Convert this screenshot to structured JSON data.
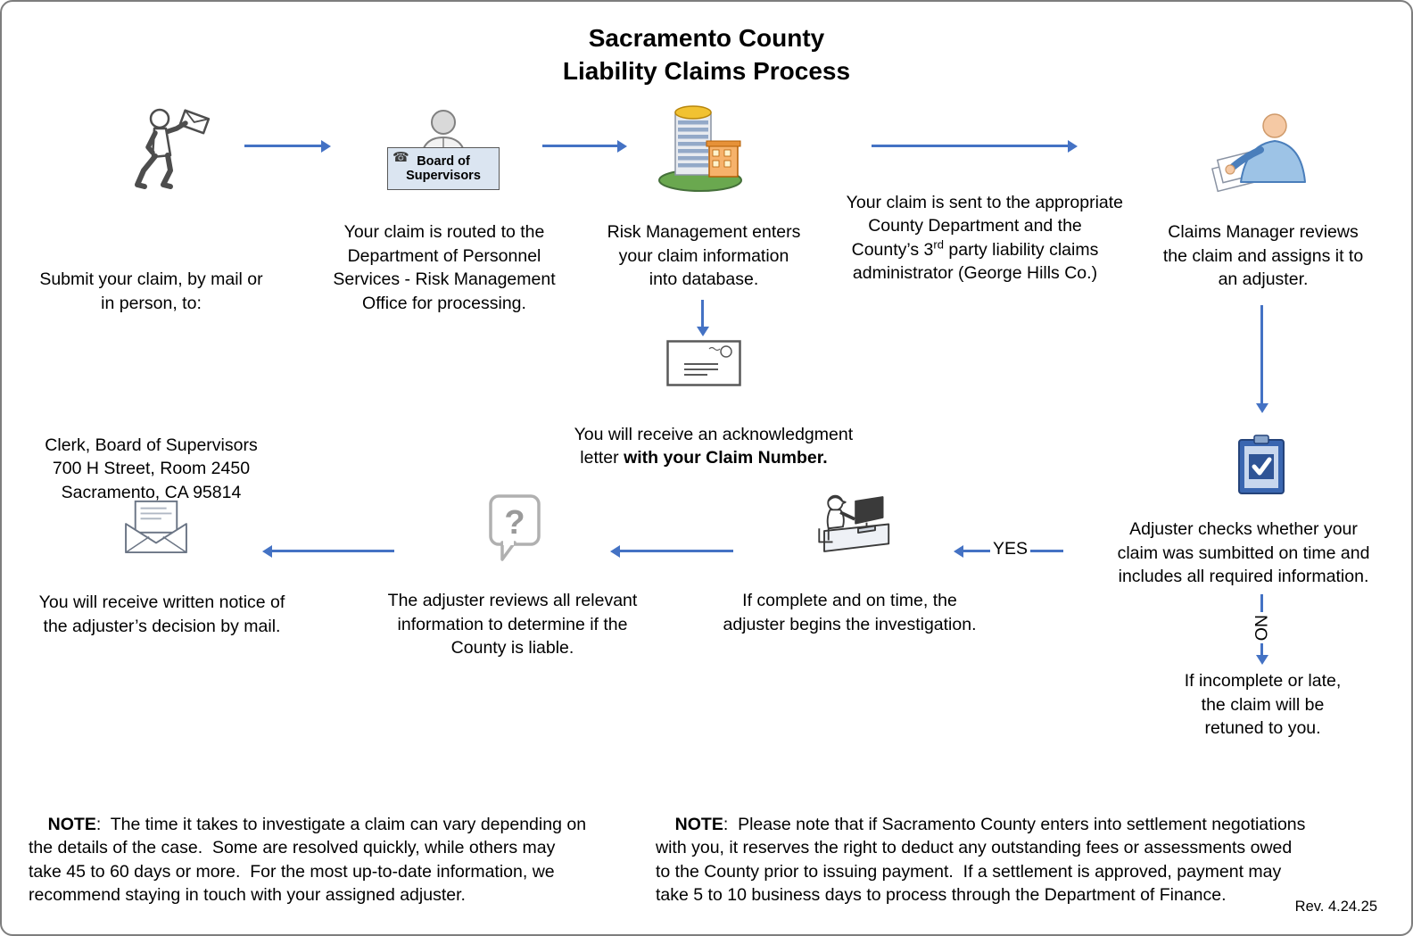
{
  "title": {
    "line1": "Sacramento County",
    "line2": "Liability Claims Process"
  },
  "flow": {
    "submit": {
      "intro": "Submit your claim, by mail or\nin person, to:",
      "address": "Clerk, Board of Supervisors\n700 H Street, Room 2450\nSacramento, CA 95814"
    },
    "routed": "Your claim is routed to the\nDepartment of Personnel\nServices - Risk Management\nOffice for processing.",
    "risk_entry": "Risk Management enters\nyour claim information\ninto database.",
    "sent": {
      "part1": "Your claim is sent to the appropriate\nCounty Department and the\nCounty’s 3",
      "superscript": "rd",
      "part2": " party liability claims\nadministrator (George Hills Co.)"
    },
    "claims_manager": "Claims Manager reviews\nthe claim and assigns it to\nan adjuster.",
    "acknowledgment": {
      "normal": "You will receive an acknowledgment\nletter ",
      "bold": "with your Claim Number."
    },
    "adjuster_check": "Adjuster checks whether your\nclaim was sumbitted on time and\nincludes all required information.",
    "investigation": "If complete and on time, the\nadjuster begins the investigation.",
    "review": "The adjuster reviews all relevant\ninformation to determine if the\nCounty is liable.",
    "notice": "You will receive written notice of\nthe adjuster’s decision by mail.",
    "incomplete": "If incomplete or late,\nthe claim will be\nretuned to you."
  },
  "labels": {
    "yes": "YES",
    "no": "NO",
    "board_desk": "Board of\nSupervisors"
  },
  "icons": {
    "phone_glyph": "☎",
    "question_glyph": "?"
  },
  "notes": {
    "note1": {
      "label": "NOTE",
      "text": ":  The time it takes to investigate a claim can vary depending on\nthe details of the case.  Some are resolved quickly, while others may\ntake 45 to 60 days or more.  For the most up-to-date information, we\nrecommend staying in touch with your assigned adjuster."
    },
    "note2": {
      "label": "NOTE",
      "text": ":  Please note that if Sacramento County enters into settlement negotiations\nwith you, it reserves the right to deduct any outstanding fees or assessments owed\nto the County prior to issuing payment.  If a settlement is approved, payment may\ntake 5 to 10 business days to process through the Department of Finance."
    }
  },
  "footer": {
    "revision": "Rev. 4.24.25"
  },
  "colors": {
    "arrow_blue": "#4472C4",
    "clipboard_blue": "#3A66B0",
    "desk_fill": "#DBE5F1"
  }
}
